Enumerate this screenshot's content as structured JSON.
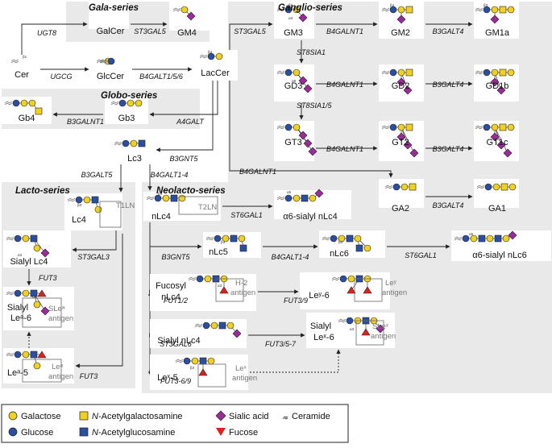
{
  "series": {
    "gala": "Gala-series",
    "ganglio": "Ganglio-series",
    "globo": "Globo-series",
    "lacto": "Lacto-series",
    "neolacto": "Neolacto-series"
  },
  "nodes": {
    "cer": "Cer",
    "galcer": "GalCer",
    "gm4": "GM4",
    "glccer": "GlcCer",
    "laccer": "LacCer",
    "gb3": "Gb3",
    "gb4": "Gb4",
    "lc3": "Lc3",
    "gm3": "GM3",
    "gm2": "GM2",
    "gm1a": "GM1a",
    "gd3": "GD3",
    "gd2": "GD2",
    "gd1b": "GD1b",
    "gt3": "GT3",
    "gt2": "GT2",
    "gt1c": "GT1c",
    "ga2": "GA2",
    "ga1": "GA1",
    "lc4": "Lc4",
    "sialyl_lc4": "Sialyl Lc4",
    "sialyl_lea_6_a": "Sialyl",
    "sialyl_lea_6_b": "Leᵃ-6",
    "lea_5": "Leᵃ-5",
    "nlc4": "nLc4",
    "a6_sialyl_nlc4": "α6-sialyl nLc4",
    "nlc5": "nLc5",
    "nlc6": "nLc6",
    "a6_sialyl_nlc6": "α6-sialyl nLc6",
    "fucosyl_nlc4_a": "Fucosyl",
    "fucosyl_nlc4_b": "nLc4",
    "ley_6": "Leʸ-6",
    "sialyl_nlc4": "Sialyl nLc4",
    "sialyl_lex_6_a": "Sialyl",
    "sialyl_lex_6_b": "Leˣ-6",
    "lex_5": "Leˣ-5"
  },
  "enzymes": {
    "ugt8": "UGT8",
    "st3gal5_gala": "ST3GAL5",
    "ugcg": "UGCG",
    "b4galt156": "B4GALT1/5/6",
    "st3gal5_ganglio": "ST3GAL5",
    "b4galnt1_a": "B4GALNT1",
    "b3galt4_a": "B3GALT4",
    "st8sia1": "ST8SIA1",
    "b4galnt1_b": "B4GALNT1",
    "b3galt4_b": "B3GALT4",
    "st8sia15": "ST8SIA1/5",
    "b4galnt1_c": "B4GALNT1",
    "b3galt4_c": "B3GALT4",
    "b4galnt1_d": "B4GALNT1",
    "b3galt4_d": "B3GALT4",
    "a4galt": "A4GALT",
    "b3galnt1": "B3GALNT1",
    "b3gnt5": "B3GNT5",
    "b3galt5": "B3GALT5",
    "b4galt14": "B4GALT1-4",
    "st3gal3": "ST3GAL3",
    "fut3_a": "FUT3",
    "fut3_b": "FUT3",
    "st6gal1_a": "ST6GAL1",
    "b3gnt5_b": "B3GNT5",
    "b4galt14_b": "B4GALT1-4",
    "st6gal1_b": "ST6GAL1",
    "fut12": "FUT1/2",
    "fut39": "FUT3/9",
    "st3gal6": "ST3GAL6",
    "fut357": "FUT3/5-7",
    "fut369": "FUT3-6/9"
  },
  "antigens": {
    "t1ln": "T1LN",
    "t2ln": "T2LN",
    "h2_a": "H-2",
    "h2_b": "antigen",
    "ley_a": "Leʸ",
    "ley_b": "antigen",
    "slea_a": "SLeᵃ",
    "slea_b": "antigen",
    "lea_a": "Leᵃ",
    "lea_b": "antigen",
    "slex_a": "SLeˣ",
    "slex_b": "antigen",
    "lex_a": "Leˣ",
    "lex_b": "antigen"
  },
  "linkages": {
    "b1": "β1",
    "b3": "β3",
    "b4": "β4",
    "a3": "α3",
    "a4": "α4",
    "a6": "α6",
    "a8": "α8"
  },
  "legend": {
    "galactose": "Galactose",
    "glucose": "Glucose",
    "galnac_prefix": "N",
    "galnac_rest": "-Acetylgalactosamine",
    "glcnac_prefix": "N",
    "glcnac_rest": "-Acetylglucosamine",
    "sialic": "Sialic acid",
    "fucose": "Fucose",
    "ceramide": "Ceramide"
  },
  "icons": [
    "galactose-circle-icon",
    "glucose-circle-icon",
    "galnac-square-icon",
    "glcnac-square-icon",
    "sialic-acid-diamond-icon",
    "fucose-triangle-icon",
    "ceramide-icon"
  ],
  "colors": {
    "galactose": "#f2d01e",
    "glucose": "#2b4fa0",
    "galnac": "#f2d01e",
    "glcnac": "#2b4fa0",
    "sialic": "#9b2a9b",
    "fucose": "#e0201b",
    "panel": "#e9e9e9"
  }
}
